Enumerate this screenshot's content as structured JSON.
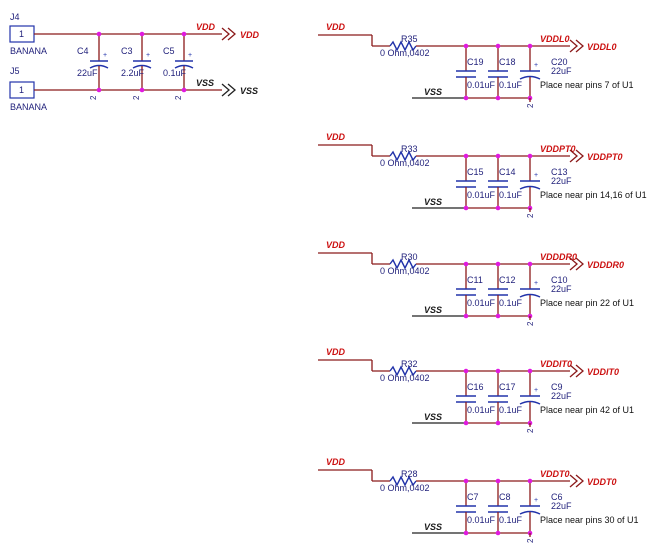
{
  "connectors": [
    {
      "ref": "J4",
      "pin": "1",
      "type": "BANANA"
    },
    {
      "ref": "J5",
      "pin": "1",
      "type": "BANANA"
    }
  ],
  "input_caps": [
    {
      "ref": "C4",
      "value": "22uF"
    },
    {
      "ref": "C3",
      "value": "2.2uF"
    },
    {
      "ref": "C5",
      "value": "0.1uF"
    }
  ],
  "input_nets": {
    "vdd": "VDD",
    "vss": "VSS"
  },
  "pin_two": "2",
  "blocks": [
    {
      "resistor": "R35",
      "rvalue": "0 Ohm,0402",
      "c1": "C19",
      "c1v": "0.01uF",
      "c2": "C18",
      "c2v": "0.1uF",
      "c3": "C20",
      "c3v": "22uF",
      "out": "VDDL0",
      "note": "Place near pins 7 of U1"
    },
    {
      "resistor": "R33",
      "rvalue": "0 Ohm,0402",
      "c1": "C15",
      "c1v": "0.01uF",
      "c2": "C14",
      "c2v": "0.1uF",
      "c3": "C13",
      "c3v": "22uF",
      "out": "VDDPT0",
      "note": "Place near pin 14,16 of U1"
    },
    {
      "resistor": "R30",
      "rvalue": "0 Ohm,0402",
      "c1": "C11",
      "c1v": "0.01uF",
      "c2": "C12",
      "c2v": "0.1uF",
      "c3": "C10",
      "c3v": "22uF",
      "out": "VDDDR0",
      "note": "Place near pin 22 of U1"
    },
    {
      "resistor": "R32",
      "rvalue": "0 Ohm,0402",
      "c1": "C16",
      "c1v": "0.01uF",
      "c2": "C17",
      "c2v": "0.1uF",
      "c3": "C9",
      "c3v": "22uF",
      "out": "VDDIT0",
      "note": "Place near pin 42 of U1"
    },
    {
      "resistor": "R28",
      "rvalue": "0 Ohm,0402",
      "c1": "C7",
      "c1v": "0.01uF",
      "c2": "C8",
      "c2v": "0.1uF",
      "c3": "C6",
      "c3v": "22uF",
      "out": "VDDT0",
      "note": "Place near pins 30 of U1"
    }
  ],
  "colors": {
    "wire": "#8b1a1a",
    "component": "#2233aa",
    "net_label": "#cc1111",
    "junction": "#e01ae0"
  }
}
